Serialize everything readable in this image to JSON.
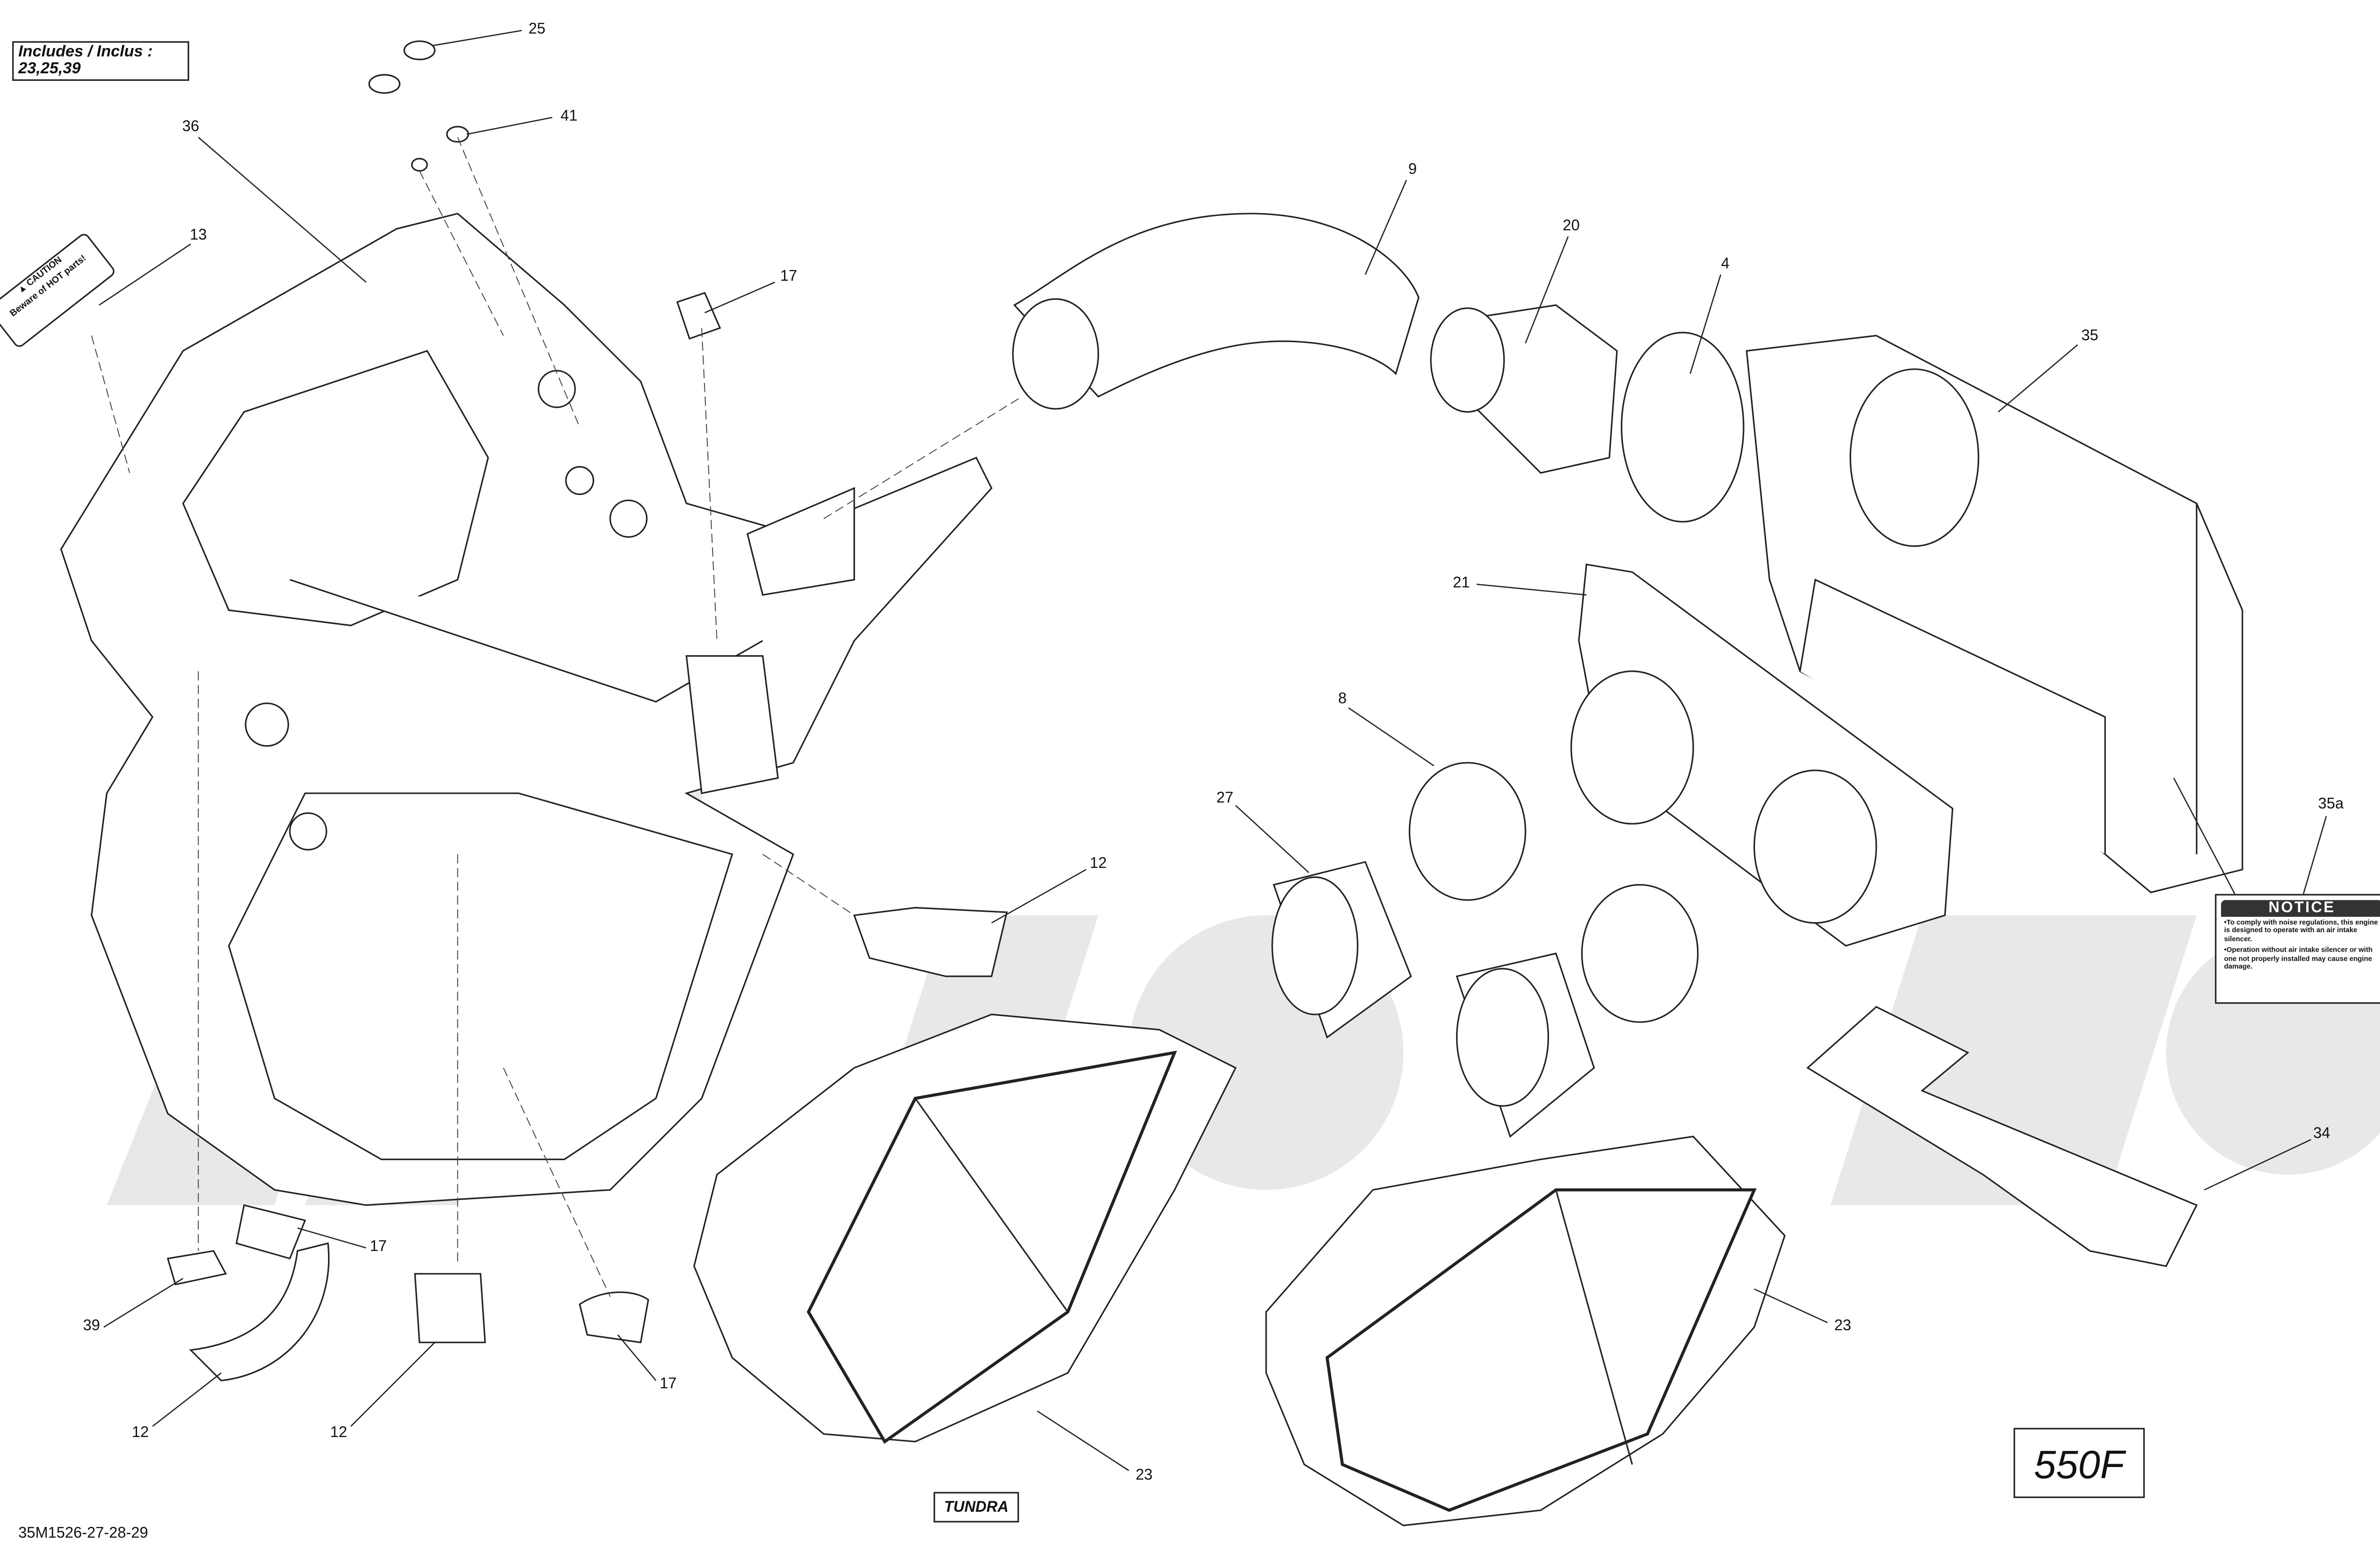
{
  "includes_box": {
    "line1": "Includes / Inclus :",
    "line2": "23,25,39"
  },
  "callouts": [
    "25",
    "41",
    "36",
    "13",
    "17",
    "9",
    "20",
    "4",
    "35",
    "21",
    "8",
    "27",
    "12",
    "35a",
    "34",
    "17",
    "39",
    "17",
    "12",
    "12",
    "23",
    "23"
  ],
  "caution_label": {
    "title": "▲ CAUTION",
    "text": "Beware of HOT parts!"
  },
  "notice_label": {
    "title": "NOTICE",
    "line1": "•To comply with noise regulations, this engine is designed to operate with an air intake silencer.",
    "line2": "•Operation without air intake silencer or with one not properly installed may cause engine damage."
  },
  "model_label": "550F",
  "variant_label": "TUNDRA",
  "drawing_code": "35M1526-27-28-29",
  "colors": {
    "line": "#222222",
    "watermark": "#e6e6e6"
  }
}
